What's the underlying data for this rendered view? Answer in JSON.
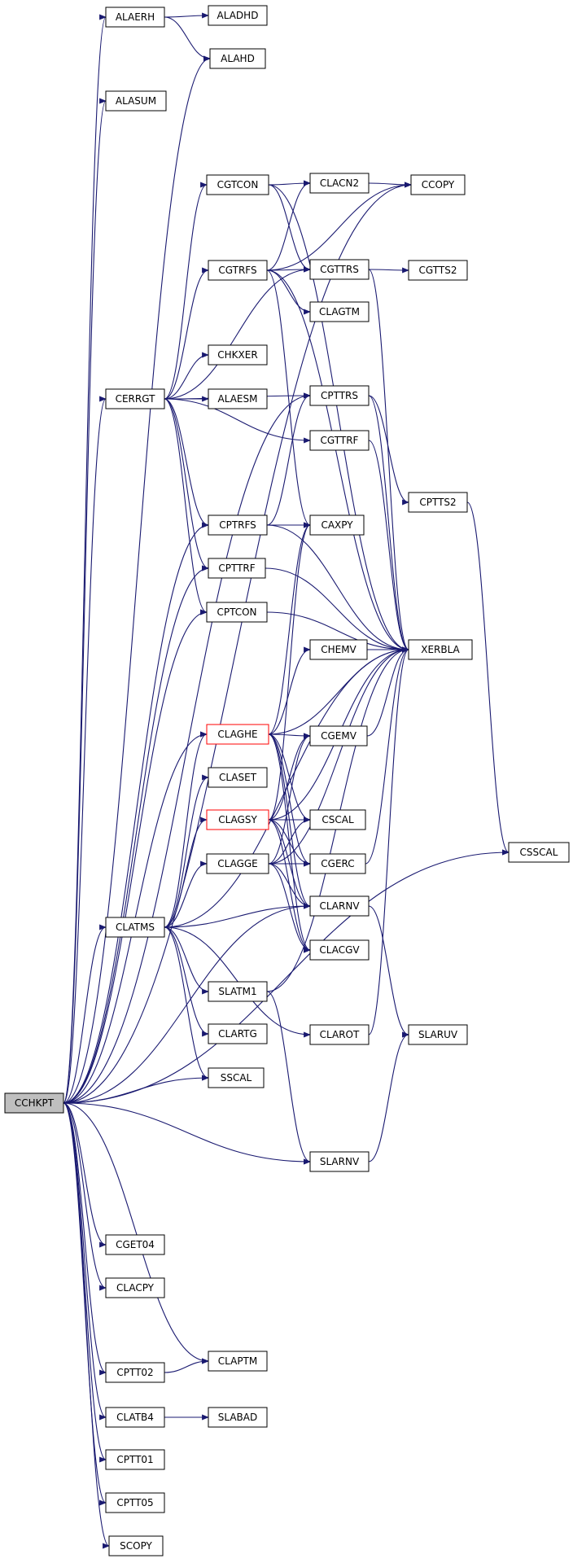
{
  "diagram": {
    "type": "call-graph",
    "root": "CCHKPT",
    "colors": {
      "edge": "#191970",
      "node_border": "#000000",
      "root_fill": "#bfbfbf",
      "highlight_border": "#ff0000"
    },
    "nodes": [
      {
        "id": "CCHKPT",
        "label": "CCHKPT",
        "kind": "root"
      },
      {
        "id": "ALAERH",
        "label": "ALAERH"
      },
      {
        "id": "ALADHD",
        "label": "ALADHD"
      },
      {
        "id": "ALAHD",
        "label": "ALAHD"
      },
      {
        "id": "ALASUM",
        "label": "ALASUM"
      },
      {
        "id": "CCOPY",
        "label": "CCOPY"
      },
      {
        "id": "CGTCON",
        "label": "CGTCON"
      },
      {
        "id": "CLACN2",
        "label": "CLACN2"
      },
      {
        "id": "CGTRFS",
        "label": "CGTRFS"
      },
      {
        "id": "CGTTRS",
        "label": "CGTTRS"
      },
      {
        "id": "CGTTS2",
        "label": "CGTTS2"
      },
      {
        "id": "CLAGTM",
        "label": "CLAGTM"
      },
      {
        "id": "CHKXER",
        "label": "CHKXER"
      },
      {
        "id": "CERRGT",
        "label": "CERRGT"
      },
      {
        "id": "ALAESM",
        "label": "ALAESM"
      },
      {
        "id": "CPTTRS",
        "label": "CPTTRS"
      },
      {
        "id": "CGTTRF",
        "label": "CGTTRF"
      },
      {
        "id": "CPTTS2",
        "label": "CPTTS2"
      },
      {
        "id": "CPTRFS",
        "label": "CPTRFS"
      },
      {
        "id": "CAXPY",
        "label": "CAXPY"
      },
      {
        "id": "CPTTRF",
        "label": "CPTTRF"
      },
      {
        "id": "CPTCON",
        "label": "CPTCON"
      },
      {
        "id": "XERBLA",
        "label": "XERBLA"
      },
      {
        "id": "CHEMV",
        "label": "CHEMV"
      },
      {
        "id": "CLAGHE",
        "label": "CLAGHE",
        "kind": "highlight"
      },
      {
        "id": "CGEMV",
        "label": "CGEMV"
      },
      {
        "id": "CLASET",
        "label": "CLASET"
      },
      {
        "id": "CLAGSY",
        "label": "CLAGSY",
        "kind": "highlight"
      },
      {
        "id": "CSCAL",
        "label": "CSCAL"
      },
      {
        "id": "CSSCAL",
        "label": "CSSCAL"
      },
      {
        "id": "CLAGGE",
        "label": "CLAGGE"
      },
      {
        "id": "CGERC",
        "label": "CGERC"
      },
      {
        "id": "CLARNV",
        "label": "CLARNV"
      },
      {
        "id": "CLATMS",
        "label": "CLATMS"
      },
      {
        "id": "CLACGV",
        "label": "CLACGV"
      },
      {
        "id": "SLATM1",
        "label": "SLATM1"
      },
      {
        "id": "CLARTG",
        "label": "CLARTG"
      },
      {
        "id": "CLAROT",
        "label": "CLAROT"
      },
      {
        "id": "SLARUV",
        "label": "SLARUV"
      },
      {
        "id": "SSCAL",
        "label": "SSCAL"
      },
      {
        "id": "SLARNV",
        "label": "SLARNV"
      },
      {
        "id": "CGET04",
        "label": "CGET04"
      },
      {
        "id": "CLACPY",
        "label": "CLACPY"
      },
      {
        "id": "CLAPTM",
        "label": "CLAPTM"
      },
      {
        "id": "CPTT02",
        "label": "CPTT02"
      },
      {
        "id": "CLATB4",
        "label": "CLATB4"
      },
      {
        "id": "SLABAD",
        "label": "SLABAD"
      },
      {
        "id": "CPTT01",
        "label": "CPTT01"
      },
      {
        "id": "CPTT05",
        "label": "CPTT05"
      },
      {
        "id": "SCOPY",
        "label": "SCOPY"
      }
    ],
    "edges": [
      [
        "CCHKPT",
        "ALAERH"
      ],
      [
        "ALAERH",
        "ALADHD"
      ],
      [
        "ALAERH",
        "ALAHD"
      ],
      [
        "CCHKPT",
        "ALAHD"
      ],
      [
        "CCHKPT",
        "ALASUM"
      ],
      [
        "CCHKPT",
        "CCOPY"
      ],
      [
        "CCHKPT",
        "CERRGT"
      ],
      [
        "CERRGT",
        "CGTCON"
      ],
      [
        "CERRGT",
        "CGTRFS"
      ],
      [
        "CERRGT",
        "CGTTRS"
      ],
      [
        "CERRGT",
        "CHKXER"
      ],
      [
        "CERRGT",
        "ALAESM"
      ],
      [
        "CERRGT",
        "CPTTRS"
      ],
      [
        "CERRGT",
        "CGTTRF"
      ],
      [
        "CERRGT",
        "CPTRFS"
      ],
      [
        "CERRGT",
        "CPTTRF"
      ],
      [
        "CERRGT",
        "CPTCON"
      ],
      [
        "CGTCON",
        "CLACN2"
      ],
      [
        "CGTCON",
        "CGTTRS"
      ],
      [
        "CGTCON",
        "XERBLA"
      ],
      [
        "CLACN2",
        "CCOPY"
      ],
      [
        "CGTRFS",
        "CLACN2"
      ],
      [
        "CGTRFS",
        "CCOPY"
      ],
      [
        "CGTRFS",
        "CGTTRS"
      ],
      [
        "CGTRFS",
        "CLAGTM"
      ],
      [
        "CGTRFS",
        "CAXPY"
      ],
      [
        "CGTRFS",
        "XERBLA"
      ],
      [
        "CGTTRS",
        "CGTTS2"
      ],
      [
        "CGTTRS",
        "XERBLA"
      ],
      [
        "CPTTRS",
        "CPTTS2"
      ],
      [
        "CPTTRS",
        "XERBLA"
      ],
      [
        "CGTTRF",
        "XERBLA"
      ],
      [
        "CPTRFS",
        "CPTTRS"
      ],
      [
        "CPTRFS",
        "CAXPY"
      ],
      [
        "CPTRFS",
        "XERBLA"
      ],
      [
        "CPTTRF",
        "XERBLA"
      ],
      [
        "CPTCON",
        "XERBLA"
      ],
      [
        "CPTTS2",
        "CSSCAL"
      ],
      [
        "CCHKPT",
        "CPTTRS"
      ],
      [
        "CCHKPT",
        "CPTRFS"
      ],
      [
        "CCHKPT",
        "CPTTRF"
      ],
      [
        "CCHKPT",
        "CPTCON"
      ],
      [
        "CCHKPT",
        "CLAGHE"
      ],
      [
        "CCHKPT",
        "CLATMS"
      ],
      [
        "CHEMV",
        "XERBLA"
      ],
      [
        "CGEMV",
        "XERBLA"
      ],
      [
        "CLAGHE",
        "CHEMV"
      ],
      [
        "CLAGHE",
        "CGEMV"
      ],
      [
        "CLAGHE",
        "CAXPY"
      ],
      [
        "CLAGHE",
        "XERBLA"
      ],
      [
        "CLAGHE",
        "CGERC"
      ],
      [
        "CLAGHE",
        "CSCAL"
      ],
      [
        "CLAGHE",
        "CLARNV"
      ],
      [
        "CLAGHE",
        "CLACGV"
      ],
      [
        "CLAGSY",
        "CGEMV"
      ],
      [
        "CLAGSY",
        "CAXPY"
      ],
      [
        "CLAGSY",
        "XERBLA"
      ],
      [
        "CLAGSY",
        "CSCAL"
      ],
      [
        "CLAGSY",
        "CGERC"
      ],
      [
        "CLAGSY",
        "CLARNV"
      ],
      [
        "CLAGSY",
        "CLACGV"
      ],
      [
        "CLAGGE",
        "CGEMV"
      ],
      [
        "CLAGGE",
        "CGERC"
      ],
      [
        "CLAGGE",
        "CSCAL"
      ],
      [
        "CLAGGE",
        "CLARNV"
      ],
      [
        "CLAGGE",
        "CLACGV"
      ],
      [
        "CLAGGE",
        "XERBLA"
      ],
      [
        "CGERC",
        "XERBLA"
      ],
      [
        "CLARNV",
        "SLARUV"
      ],
      [
        "CLATMS",
        "CLAGHE"
      ],
      [
        "CLATMS",
        "CLASET"
      ],
      [
        "CLATMS",
        "CLAGSY"
      ],
      [
        "CLATMS",
        "CLAGGE"
      ],
      [
        "CLATMS",
        "SLATM1"
      ],
      [
        "CLATMS",
        "CLARTG"
      ],
      [
        "CLATMS",
        "SSCAL"
      ],
      [
        "CLATMS",
        "CLARNV"
      ],
      [
        "CLATMS",
        "CLAROT"
      ],
      [
        "CLATMS",
        "XERBLA"
      ],
      [
        "SLATM1",
        "SLARNV"
      ],
      [
        "SLATM1",
        "XERBLA"
      ],
      [
        "CLAROT",
        "XERBLA"
      ],
      [
        "SLARNV",
        "SLARUV"
      ],
      [
        "CCHKPT",
        "SSCAL"
      ],
      [
        "CCHKPT",
        "SLARNV"
      ],
      [
        "CCHKPT",
        "CSSCAL"
      ],
      [
        "CCHKPT",
        "CLARNV"
      ],
      [
        "CCHKPT",
        "CGET04"
      ],
      [
        "CCHKPT",
        "CLACPY"
      ],
      [
        "CCHKPT",
        "CLAPTM"
      ],
      [
        "CCHKPT",
        "CPTT02"
      ],
      [
        "CPTT02",
        "CLAPTM"
      ],
      [
        "CCHKPT",
        "CLATB4"
      ],
      [
        "CLATB4",
        "SLABAD"
      ],
      [
        "CCHKPT",
        "CPTT01"
      ],
      [
        "CCHKPT",
        "CPTT05"
      ],
      [
        "CCHKPT",
        "SCOPY"
      ]
    ]
  }
}
